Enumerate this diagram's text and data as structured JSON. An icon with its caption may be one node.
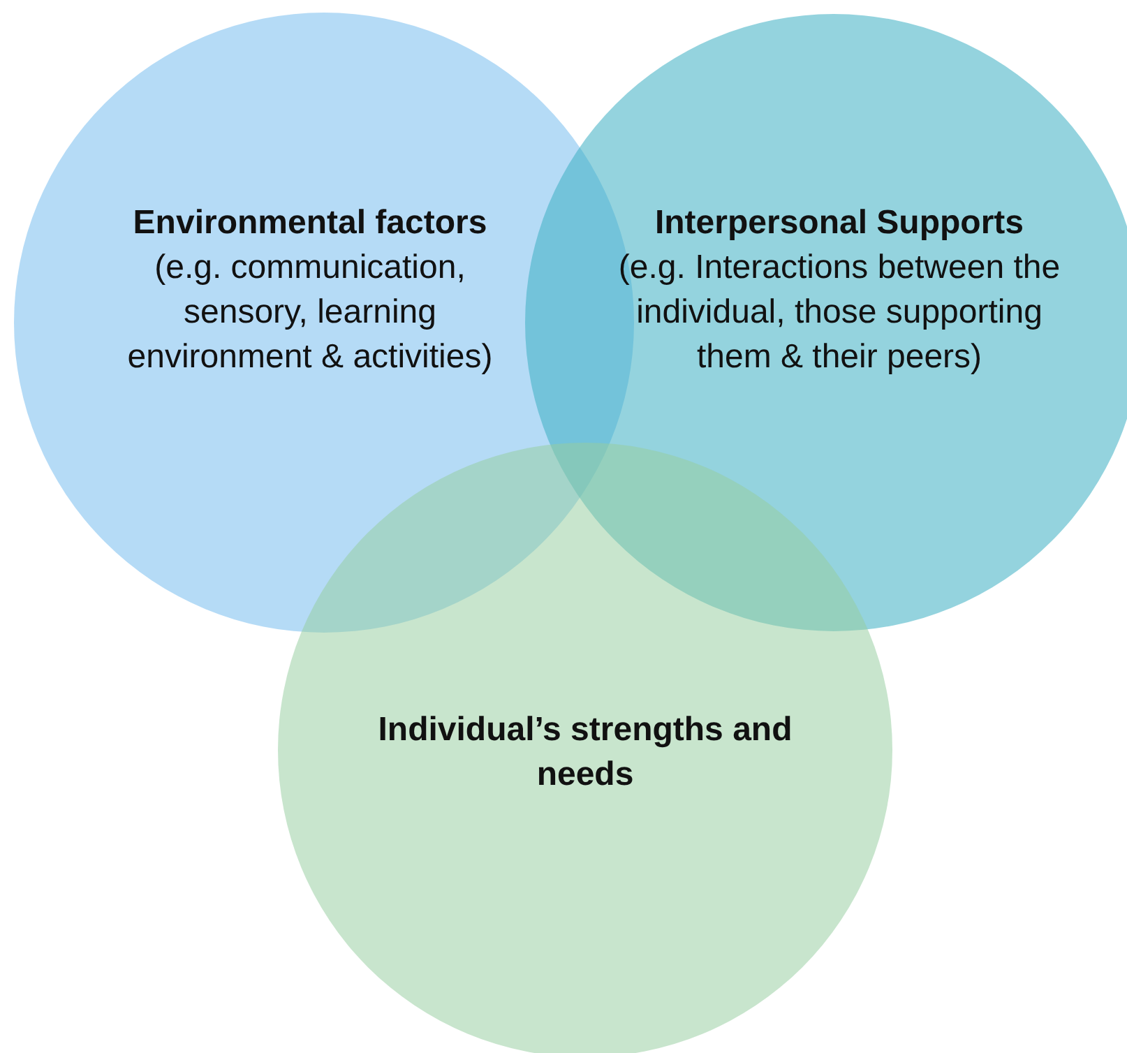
{
  "diagram": {
    "nodes": [
      {
        "text": [
          "Environmental factors",
          "(e.g. communication, sensory, learning environment & activities)"
        ]
      },
      {
        "text": [
          "Interpersonal Supports",
          "(e.g. Interactions between the individual, those supporting them & their peers)"
        ]
      },
      {
        "text": [
          "Individual’s strengths and needs"
        ]
      }
    ]
  }
}
